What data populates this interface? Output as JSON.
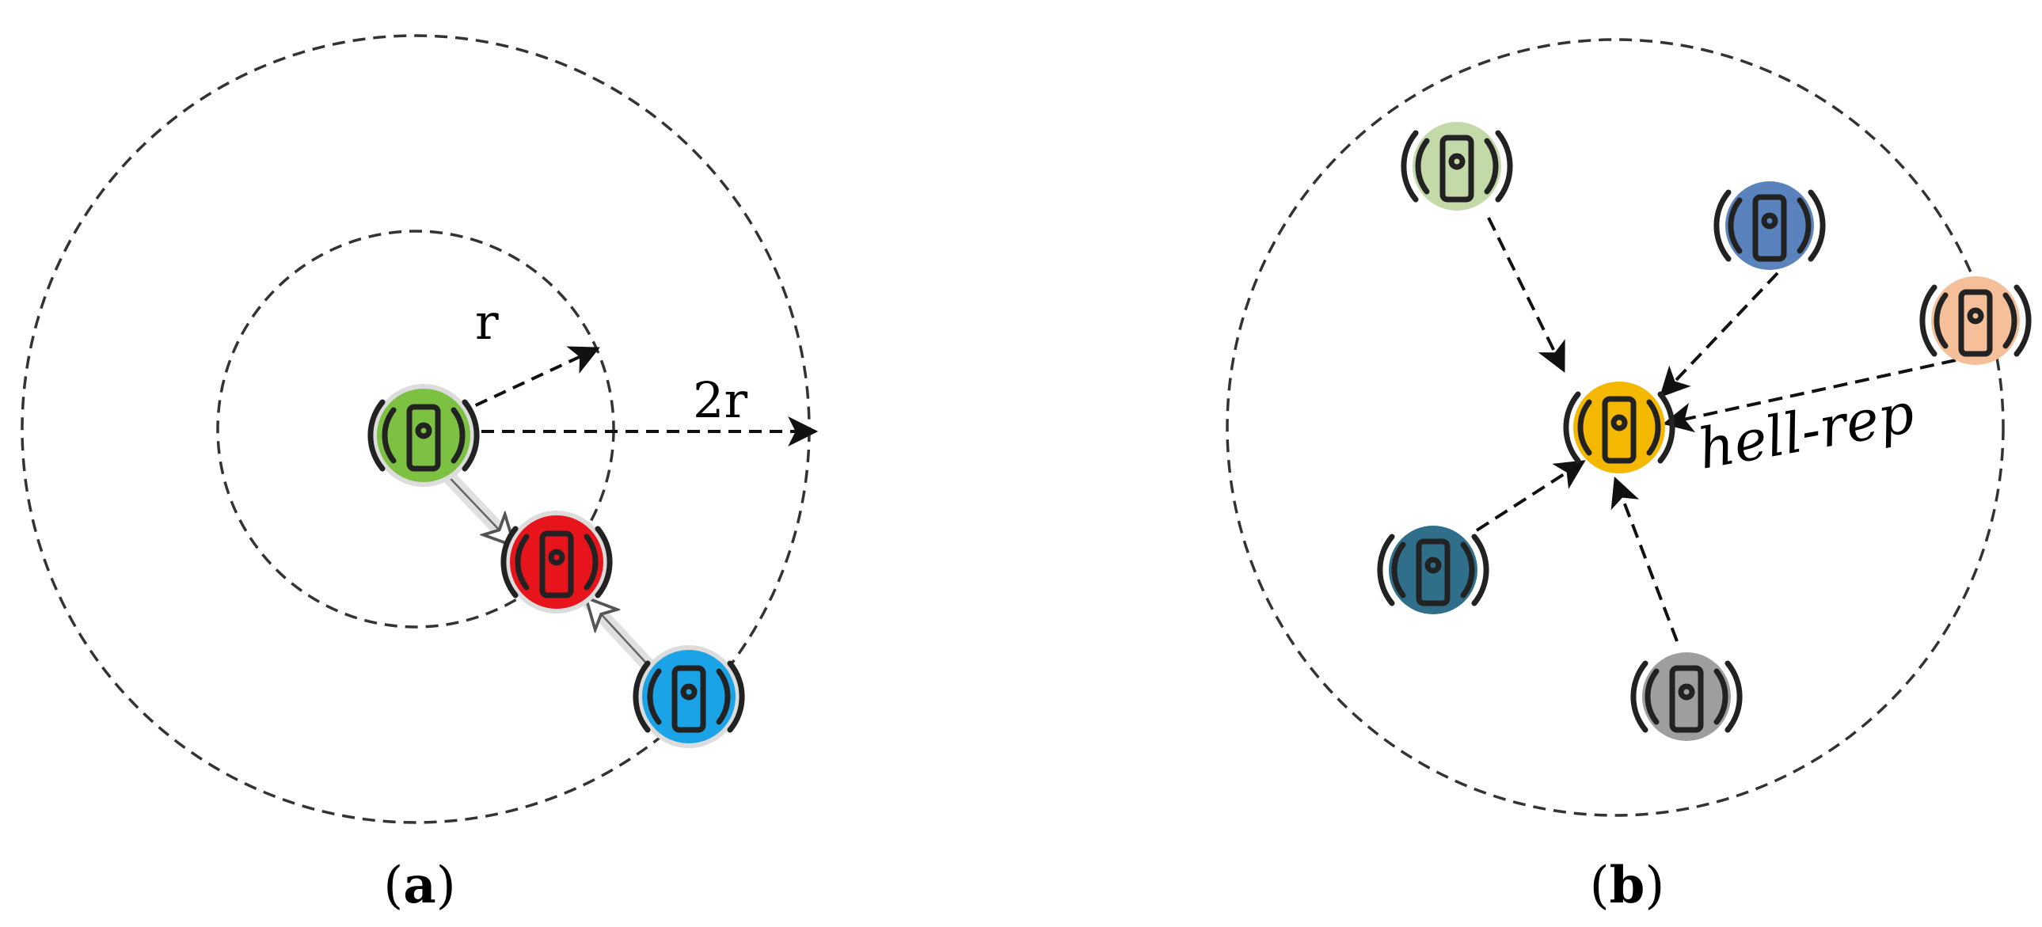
{
  "panel_a": {
    "label_open": "(",
    "label_letter": "a",
    "label_close": ")",
    "radius_label": "r",
    "double_radius_label": "2r",
    "nodes": [
      {
        "name": "node-green",
        "color": "#7dc142"
      },
      {
        "name": "node-red",
        "color": "#e8141c"
      },
      {
        "name": "node-blue",
        "color": "#1aa3e6"
      }
    ]
  },
  "panel_b": {
    "label_open": "(",
    "label_letter": "b",
    "label_close": ")",
    "message_label": "hell-rep",
    "center_node": {
      "name": "node-yellow",
      "color": "#f5b800"
    },
    "neighbor_nodes": [
      {
        "name": "node-light-green",
        "color": "#c3d9a8"
      },
      {
        "name": "node-steel-blue",
        "color": "#5a82bd"
      },
      {
        "name": "node-peach",
        "color": "#f4bf99"
      },
      {
        "name": "node-teal",
        "color": "#2f6f8a"
      },
      {
        "name": "node-gray",
        "color": "#9e9e9e"
      }
    ]
  },
  "colors": {
    "line": "#222222",
    "dash": "#333333"
  }
}
